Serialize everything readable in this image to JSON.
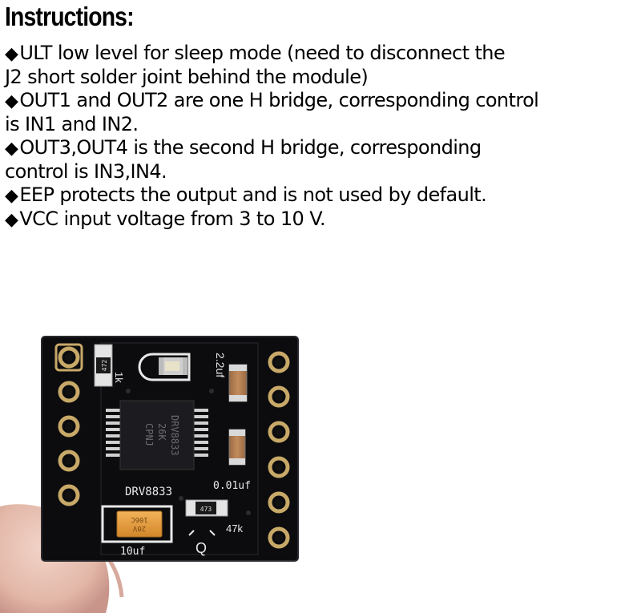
{
  "title": "Instructions:",
  "bullet_glyph": "◆",
  "instructions": [
    {
      "bullet": true,
      "text": "ULT low level for sleep mode (need to disconnect the"
    },
    {
      "bullet": false,
      "text": "J2 short solder joint behind the module)"
    },
    {
      "bullet": true,
      "text": "OUT1 and OUT2 are one H bridge, corresponding control"
    },
    {
      "bullet": false,
      "text": "is IN1 and IN2."
    },
    {
      "bullet": true,
      "text": "OUT3,OUT4 is the second H bridge, corresponding"
    },
    {
      "bullet": false,
      "text": "control is IN3,IN4."
    },
    {
      "bullet": true,
      "text": "EEP protects the output and is not used by default."
    },
    {
      "bullet": true,
      "text": "VCC input voltage from 3 to 10 V."
    }
  ],
  "board": {
    "chip_lines": [
      "DRV8833",
      "26K",
      "CPNJ"
    ],
    "silk_drv": "DRV8833",
    "silk_2uf": "2.2uf",
    "silk_001uf": "0.01uf",
    "silk_10uf": "10uf",
    "silk_47k": "47k",
    "silk_q": "Q",
    "silk_1k": "1k",
    "resistor_top": "472",
    "resistor_bottom": "473",
    "tant_lines": [
      "106C",
      "20V"
    ]
  },
  "colors": {
    "pcb": "#0c0c0e",
    "gold": "#c8a968",
    "silk": "#e8e8e8",
    "chip": "#1c1c20",
    "cap": "#b07a4e",
    "tant": "#e09a36",
    "skin": "#e6c1b4"
  }
}
